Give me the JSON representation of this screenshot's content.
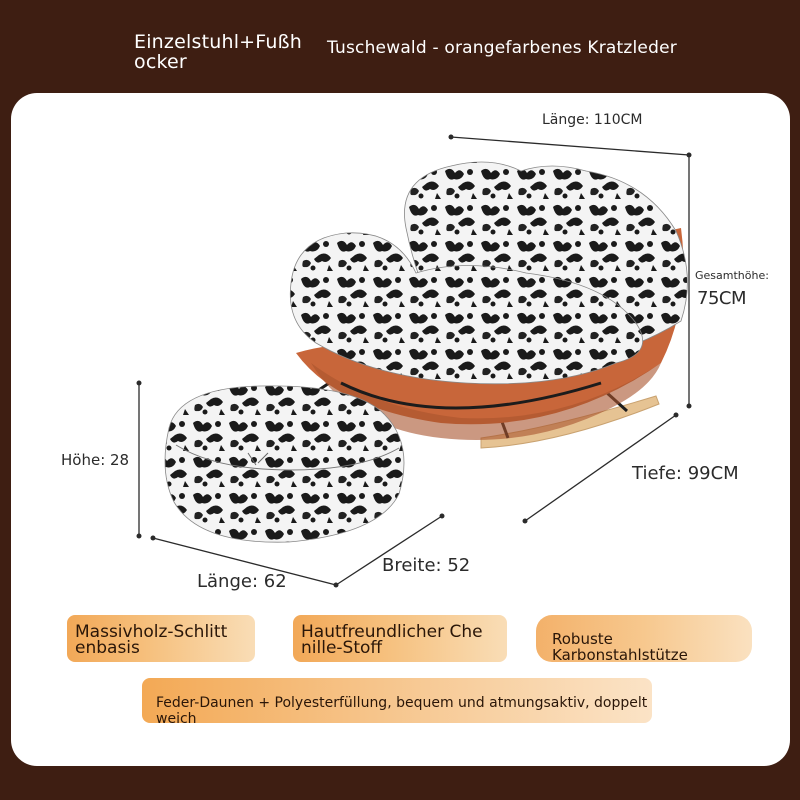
{
  "header": {
    "variant_label": "Einzelstuhl+Fußh ocker",
    "variant_line1": "Einzelstuhl+Fußh",
    "variant_line2": "ocker",
    "color_label": "Tuschewald - orangefarbenes Kratzleder"
  },
  "dimensions": {
    "chair_length": "Länge: 110CM",
    "chair_total_height_label": "Gesamthöhe:",
    "chair_total_height_value": "75CM",
    "chair_depth": "Tiefe: 99CM",
    "ottoman_height": "Höhe: 28",
    "ottoman_length": "Länge: 62",
    "ottoman_width": "Breite: 52"
  },
  "features": {
    "f1_line1": "Massivholz-Schlitt",
    "f1_line2": "enbasis",
    "f2_line1": "Hautfreundlicher Che",
    "f2_line2": "nille-Stoff",
    "f3": "Robuste Karbonstahlstütze",
    "f4": "Feder-Daunen + Polyesterfüllung, bequem und atmungsaktiv, doppelt weich"
  },
  "colors": {
    "background": "#3e1e12",
    "card": "#ffffff",
    "leather": "#c8663a",
    "wood": "#e6c393",
    "accent_orange": "#f2a857"
  }
}
